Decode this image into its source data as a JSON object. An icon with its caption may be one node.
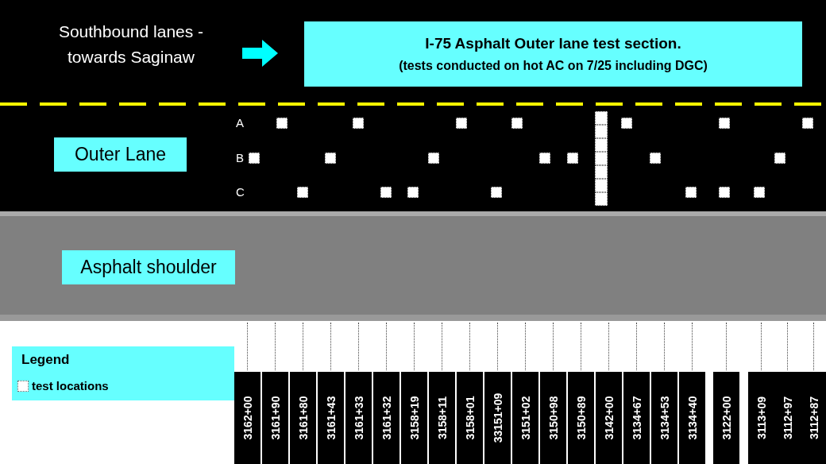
{
  "diagram": {
    "nodes": [
      {
        "text": [
          "I-75 Asphalt Outer lane test section.",
          "(tests conducted on hot AC on 7/25 including DGC)"
        ]
      },
      {
        "text": [
          "Outer Lane"
        ]
      },
      {
        "text": [
          "Asphalt shoulder"
        ]
      }
    ],
    "labels": [
      "Southbound lanes - towards Saginaw",
      "A",
      "B",
      "C",
      "Legend",
      "3162+00",
      "3161+90",
      "3161+80",
      "3161+43",
      "3161+33",
      "3161+32",
      "3158+19",
      "3158+11",
      "3158+01",
      "33151+09",
      "3151+02",
      "3150+98",
      "3150+89",
      "3142+00",
      "3134+67",
      "3134+53",
      "3134+40",
      "3122+00",
      "3113+09",
      "3112+97",
      "3112+87"
    ],
    "legend": [
      {
        "text": "test locations"
      }
    ]
  }
}
